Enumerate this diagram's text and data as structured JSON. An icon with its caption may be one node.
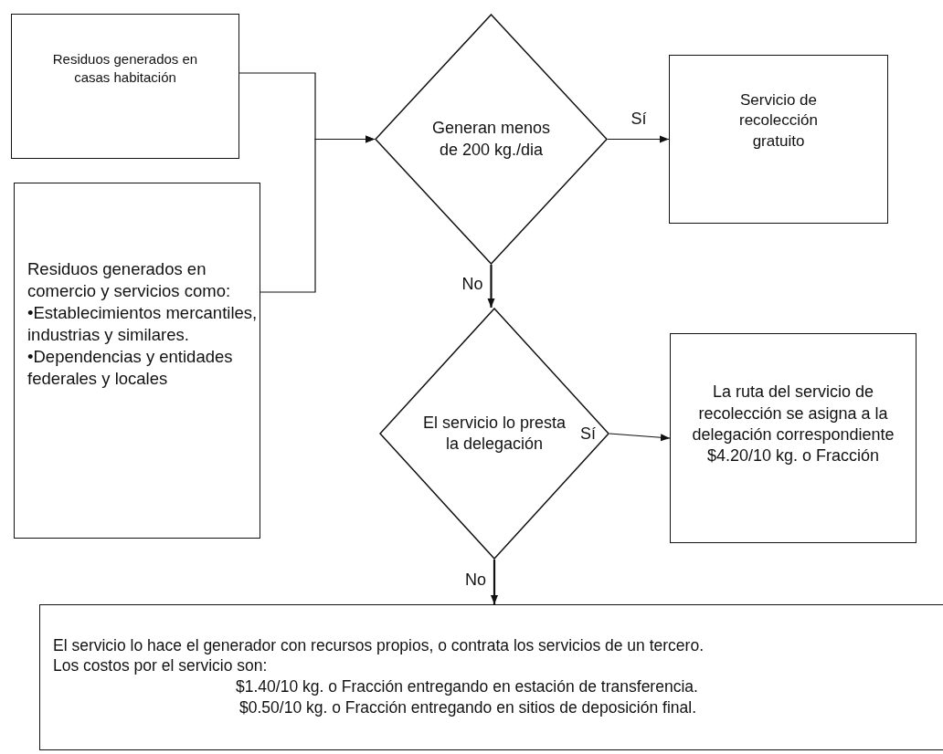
{
  "diagram": {
    "nodes": [
      {
        "text": [
          "Residuos generados en casas habitación"
        ]
      },
      {
        "text": [
          "Residuos generados en comercio y servicios como:",
          "•Establecimientos mercantiles, industrias y similares.",
          "•Dependencias y entidades federales y locales"
        ]
      },
      {
        "text": [
          "Generan menos de 200 kg./dia"
        ]
      },
      {
        "text": [
          "Servicio de recolección gratuito"
        ]
      },
      {
        "text": [
          "El servicio lo presta la delegación"
        ]
      },
      {
        "text": [
          "La ruta del servicio de recolección se asigna a la delegación correspondiente $4.20/10 kg. o Fracción"
        ]
      },
      {
        "text": [
          "El servicio lo hace el generador con recursos propios, o contrata los servicios de un tercero.",
          "Los costos por el servicio son:",
          "$1.40/10 kg. o Fracción entregando en estación de transferencia.",
          "$0.50/10 kg. o Fracción entregando en sitios de deposición final."
        ]
      }
    ],
    "edges": [
      {
        "from": 0,
        "to": 2,
        "arrow": "to"
      },
      {
        "from": 1,
        "to": 2,
        "arrow": "to"
      },
      {
        "from": 2,
        "to": 3,
        "arrow": "to",
        "label": "Sí"
      },
      {
        "from": 2,
        "to": 4,
        "arrow": "to",
        "label": "No"
      },
      {
        "from": 4,
        "to": 5,
        "arrow": "to",
        "label": "Sí"
      },
      {
        "from": 4,
        "to": 6,
        "arrow": "to",
        "label": "No"
      }
    ]
  }
}
